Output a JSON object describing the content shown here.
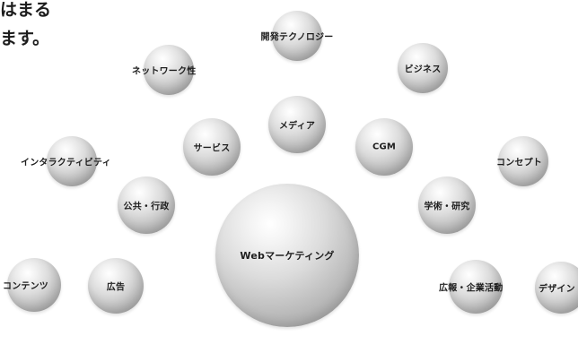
{
  "intro": {
    "line1": "はまる",
    "line2": "ます。"
  },
  "bubbles": {
    "kaihatsu": "開発テクノロジー",
    "network": "ネットワーク性",
    "business": "ビジネス",
    "media": "メディア",
    "service": "サービス",
    "cgm": "CGM",
    "interactivity": "インタラクティビティ",
    "concept": "コンセプト",
    "public": "公共・行政",
    "academic": "学術・研究",
    "contents": "コンテンツ",
    "advertising": "広告",
    "web_marketing": "Webマーケティング",
    "pr_corporate": "広報・企業活動",
    "design": "デザイン"
  }
}
